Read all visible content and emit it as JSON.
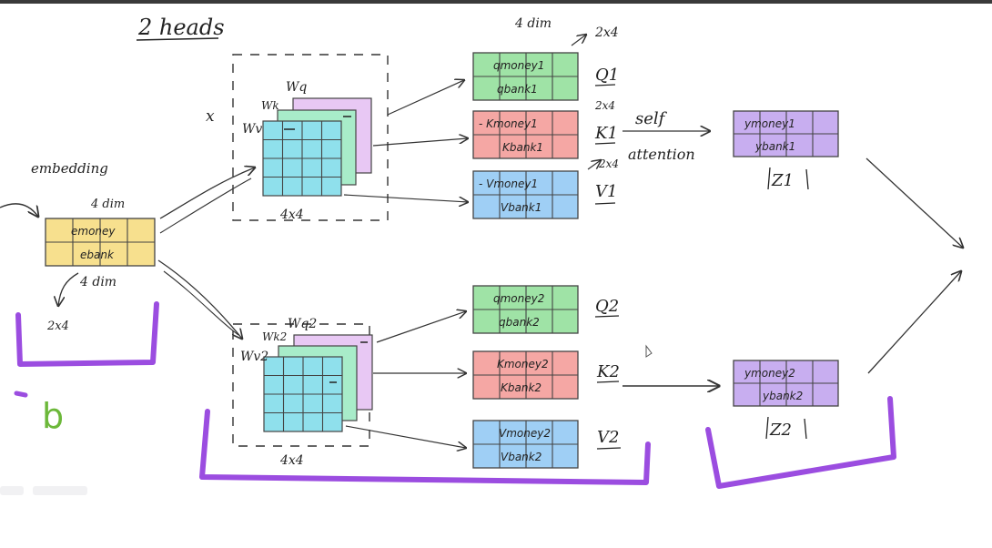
{
  "title": "2 heads",
  "embedding": {
    "label": "embedding",
    "dim_top": "4 dim",
    "rows": [
      "emoney",
      "ebank"
    ],
    "dim_bottom": "4 dim",
    "shape": "2x4"
  },
  "x_label": "x",
  "head1": {
    "weights": {
      "wq": "Wq",
      "wk": "Wk",
      "wv": "Wv",
      "size": "4x4"
    },
    "q": {
      "rows": [
        "qmoney1",
        "qbank1"
      ],
      "label": "Q1"
    },
    "k": {
      "rows": [
        "- Kmoney1",
        "Kbank1"
      ],
      "label": "K1"
    },
    "v": {
      "rows": [
        "- Vmoney1",
        "Vbank1"
      ],
      "label": "V1"
    },
    "q_dim_top": "4 dim",
    "q_shape": "2x4",
    "k_shape": "2x4",
    "v_shape": "2x4",
    "self_label": "self",
    "attention_label": "attention",
    "z": {
      "rows": [
        "ymoney1",
        "ybank1"
      ],
      "label": "Z1"
    }
  },
  "head2": {
    "weights": {
      "wq": "Wq2",
      "wk": "Wk2",
      "wv": "Wv2",
      "size": "4x4"
    },
    "q": {
      "rows": [
        "qmoney2",
        "qbank2"
      ],
      "label": "Q2"
    },
    "k": {
      "rows": [
        "Kmoney2",
        "Kbank2"
      ],
      "label": "K2"
    },
    "v": {
      "rows": [
        "Vmoney2",
        "Vbank2"
      ],
      "label": "V2"
    },
    "z": {
      "rows": [
        "ymoney2",
        "ybank2"
      ],
      "label": "Z2"
    }
  },
  "side_mark": "b",
  "colors": {
    "embedding": "#f7e08e",
    "q": "#9fe3a6",
    "k": "#f5a7a4",
    "v": "#9fcff5",
    "z": "#c8aef0",
    "w_purple": "#e8c8f4",
    "w_green": "#a8ecc9",
    "w_cyan": "#8fe0ec",
    "bracket": "#9b4de0",
    "green_mark": "#6cb83a"
  }
}
